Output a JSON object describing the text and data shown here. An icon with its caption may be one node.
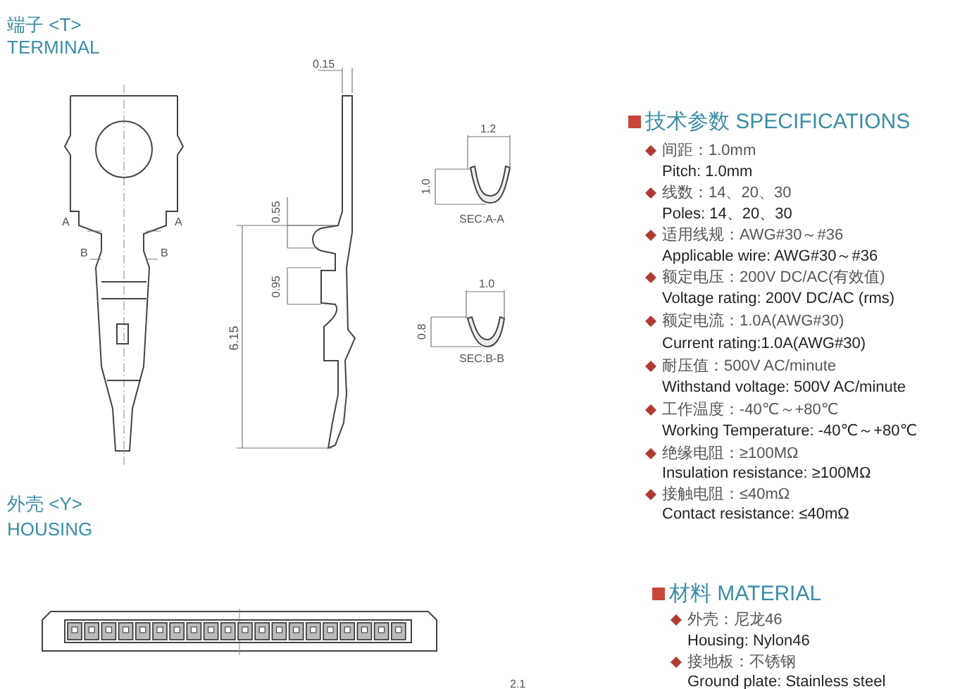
{
  "diagram": {
    "labels": [
      "端子 <T>",
      "TERMINAL",
      "0.15",
      "A",
      "A",
      "B",
      "B",
      "0.55",
      "0.95",
      "6.15",
      "1.2",
      "1.0",
      "SEC:A-A",
      "1.0",
      "0.8",
      "SEC:B-B",
      "技术参数 SPECIFICATIONS",
      "间距：1.0mm",
      "Pitch: 1.0mm",
      "线数：14、20、30",
      "Poles: 14、20、30",
      "适用线规：AWG#30～#36",
      "Applicable wire: AWG#30～#36",
      "额定电压：200V DC/AC(有效值)",
      "Voltage rating: 200V DC/AC (rms)",
      "额定电流：1.0A(AWG#30)",
      "Current rating:1.0A(AWG#30)",
      "耐压值：500V AC/minute",
      "Withstand voltage: 500V AC/minute",
      "工作温度：-40℃～+80℃",
      "Working Temperature: -40℃～+80℃",
      "绝缘电阻：≥100MΩ",
      "Insulation resistance: ≥100MΩ",
      "接触电阻：≤40mΩ",
      "Contact resistance: ≤40mΩ",
      "外壳 <Y>",
      "HOUSING",
      "材料 MATERIAL",
      "外壳：尼龙46",
      "Housing: Nylon46",
      "接地板：不锈钢",
      "Ground plate: Stainless steel",
      "2.1"
    ]
  }
}
